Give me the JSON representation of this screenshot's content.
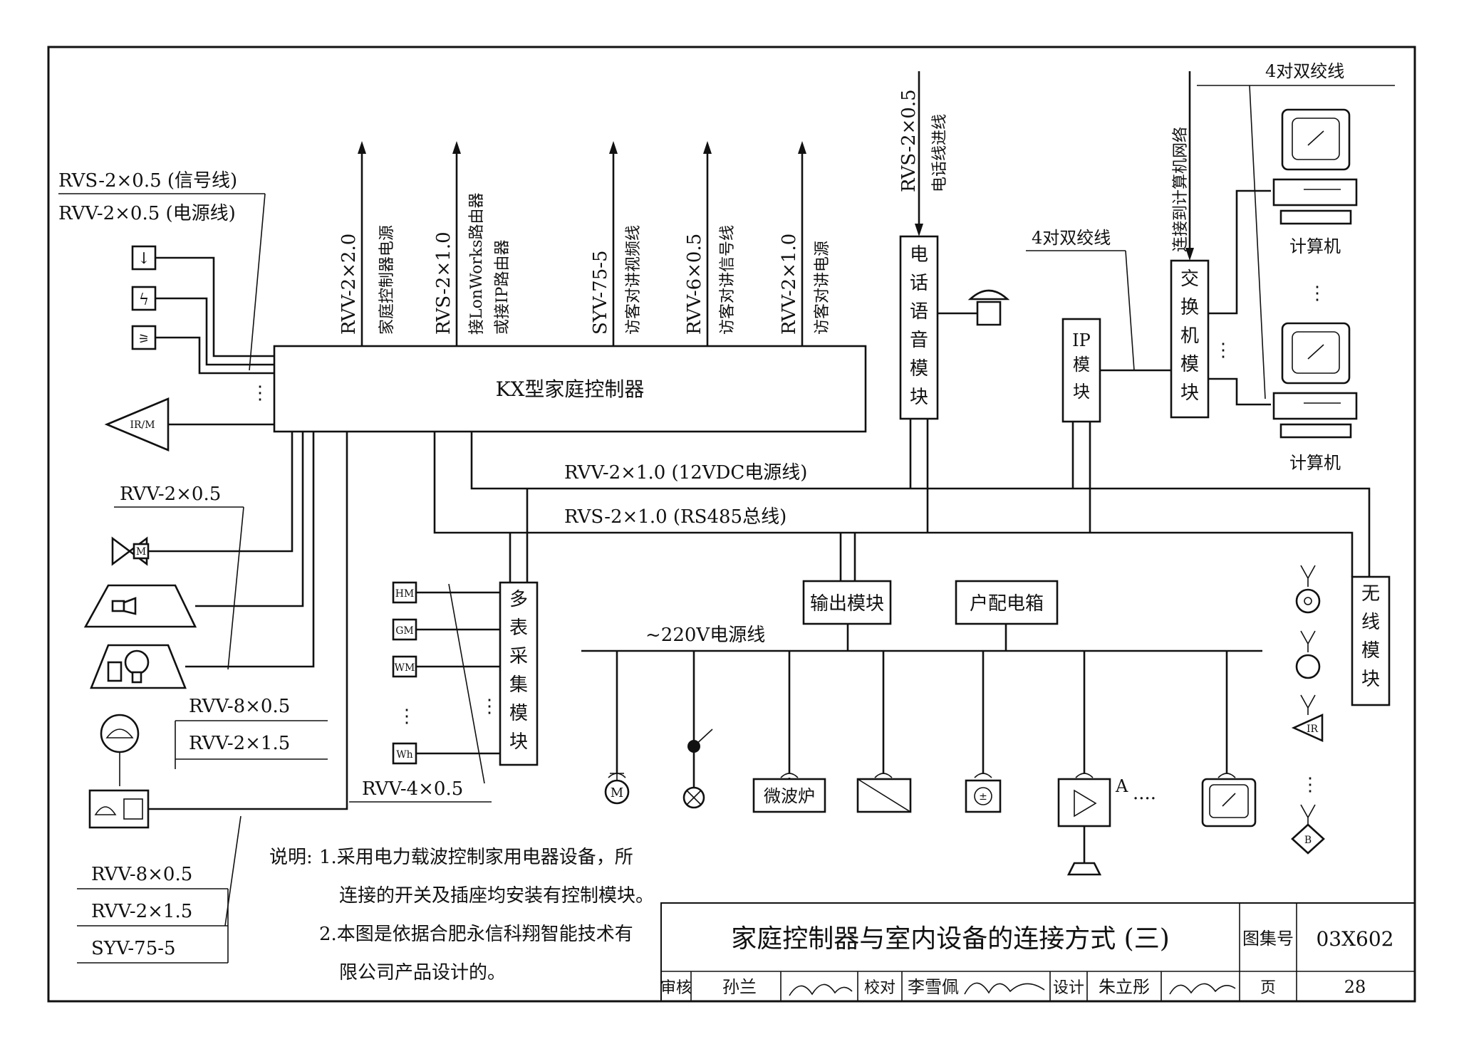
{
  "controller": {
    "label": "KX型家庭控制器"
  },
  "left_cables": {
    "signal": "RVS-2×0.5 (信号线)",
    "power": "RVV-2×0.5 (电源线)",
    "rvv05": "RVV-2×0.5",
    "rvv8": "RVV-8×0.5",
    "rvv15": "RVV-2×1.5",
    "bottom": [
      "RVV-8×0.5",
      "RVV-2×1.5",
      "SYV-75-5"
    ]
  },
  "up_lines": [
    {
      "cable": "RVV-2×2.0",
      "desc": [
        "家庭控制器电源"
      ]
    },
    {
      "cable": "RVS-2×1.0",
      "desc": [
        "接LonWorks路由器",
        "或接IP路由器"
      ]
    },
    {
      "cable": "SYV-75-5",
      "desc": [
        "访客对讲视频线"
      ]
    },
    {
      "cable": "RVV-6×0.5",
      "desc": [
        "访客对讲信号线"
      ]
    },
    {
      "cable": "RVV-2×1.0",
      "desc": [
        "访客对讲电源"
      ]
    }
  ],
  "phone": {
    "cable": "RVS-2×0.5",
    "desc": "电话线进线",
    "module": "电话语音模块"
  },
  "network": {
    "twisted_pair_top": "4对双绞线",
    "twisted_pair_mid": "4对双绞线",
    "uplink": "连接到计算机网络",
    "switch_module": "交换机模块",
    "ip_module_1": "IP",
    "ip_module_2": "模块",
    "computer": "计算机"
  },
  "buses": {
    "power_bus": "RVV-2×1.0 (12VDC电源线)",
    "rs485": "RVS-2×1.0 (RS485总线)",
    "mains": "~220V电源线"
  },
  "modules": {
    "meter": "多表采集模块",
    "output": "输出模块",
    "panel": "户配电箱",
    "wireless": "无线模块"
  },
  "meters": [
    "HM",
    "GM",
    "WM",
    "Wh"
  ],
  "meter_cable": "RVV-4×0.5",
  "appliances": {
    "microwave": "微波炉",
    "speaker_tag": "A",
    "motor": "M",
    "ir": "IR/M"
  },
  "wireless_icons": [
    "IR",
    "B"
  ],
  "notes": {
    "head": "说明:",
    "lines": [
      "1.采用电力载波控制家用电器设备，所",
      "连接的开关及插座均安装有控制模块。",
      "2.本图是依据合肥永信科翔智能技术有",
      "限公司产品设计的。"
    ]
  },
  "title_block": {
    "title": "家庭控制器与室内设备的连接方式 (三)",
    "atlas_label": "图集号",
    "atlas_no": "03X602",
    "review_label": "审核",
    "reviewer": "孙兰",
    "check_label": "校对",
    "checker": "李雪佩",
    "design_label": "设计",
    "designer": "朱立彤",
    "page_label": "页",
    "page_no": "28"
  },
  "colors": {
    "ink": "#111111",
    "paper": "#ffffff"
  }
}
